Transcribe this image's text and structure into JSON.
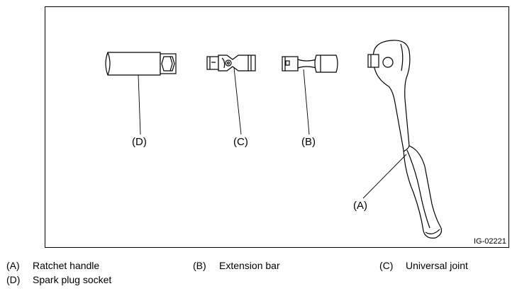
{
  "figure": {
    "code": "IG-02221",
    "callouts": {
      "a": "(A)",
      "b": "(B)",
      "c": "(C)",
      "d": "(D)"
    }
  },
  "legend": [
    {
      "key": "(A)",
      "label": "Ratchet handle"
    },
    {
      "key": "(B)",
      "label": "Extension bar"
    },
    {
      "key": "(C)",
      "label": "Universal joint"
    },
    {
      "key": "(D)",
      "label": "Spark plug socket"
    }
  ]
}
